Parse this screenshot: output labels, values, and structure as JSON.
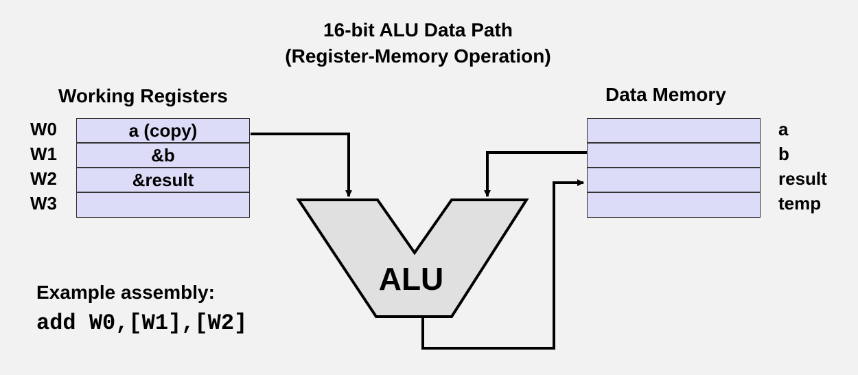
{
  "title": {
    "line1": "16-bit ALU Data Path",
    "line2": "(Register-Memory Operation)"
  },
  "registers": {
    "heading": "Working Registers",
    "rows": [
      {
        "name": "W0",
        "value": "a (copy)"
      },
      {
        "name": "W1",
        "value": "&b"
      },
      {
        "name": "W2",
        "value": "&result"
      },
      {
        "name": "W3",
        "value": ""
      }
    ]
  },
  "memory": {
    "heading": "Data Memory",
    "rows": [
      {
        "label": "a"
      },
      {
        "label": "b"
      },
      {
        "label": "result"
      },
      {
        "label": "temp"
      }
    ]
  },
  "alu": {
    "label": "ALU"
  },
  "example": {
    "label": "Example assembly:",
    "code": "add W0,[W1],[W2]"
  },
  "colors": {
    "background": "#f2f2f2",
    "cell_fill": "#dcdcf8",
    "alu_fill": "#e0e0e0"
  }
}
